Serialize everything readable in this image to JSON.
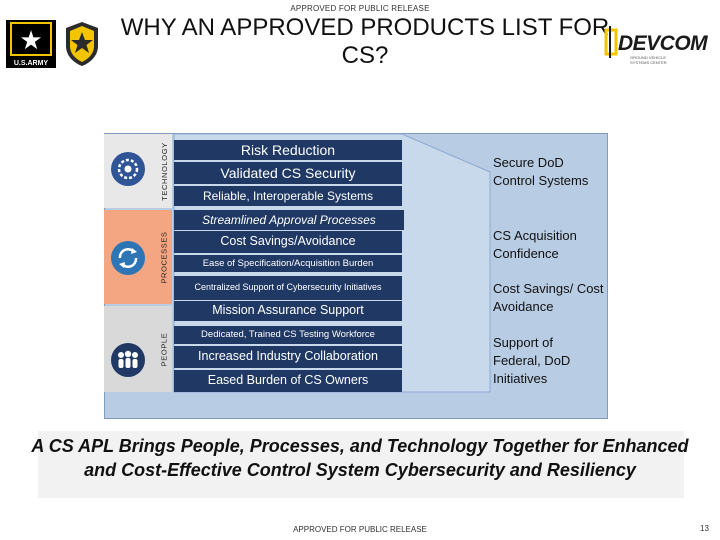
{
  "release_top": "APPROVED FOR PUBLIC RELEASE",
  "release_bottom": "APPROVED FOR PUBLIC RELEASE",
  "page_number": "13",
  "title": "WHY AN APPROVED PRODUCTS LIST FOR CS?",
  "logos": {
    "army_text": "U.S.ARMY",
    "devcom_text": "DEVCOM",
    "devcom_sub": "GROUND VEHICLE SYSTEMS CENTER"
  },
  "sections": {
    "technology_label": "TECHNOLOGY",
    "processes_label": "PROCESSES",
    "people_label": "PEOPLE"
  },
  "bands": [
    "Risk Reduction",
    "Validated CS Security",
    "Reliable, Interoperable Systems",
    "Streamlined Approval Processes",
    "Cost Savings/Avoidance",
    "Ease of Specification/Acquisition Burden",
    "Centralized Support of Cybersecurity Initiatives",
    "Mission Assurance Support",
    "Dedicated, Trained CS Testing Workforce",
    "Increased Industry Collaboration",
    "Eased Burden of CS Owners"
  ],
  "outcomes": [
    "Secure DoD Control Systems",
    "CS Acquisition Confidence",
    "Cost Savings/ Cost Avoidance",
    "Support of Federal, DoD Initiatives"
  ],
  "banner": "A CS APL Brings People, Processes, and Technology Together for Enhanced and Cost-Effective Control System Cybersecurity and Resiliency",
  "colors": {
    "band": "#1f3864",
    "panel": "#b8cce4",
    "processes": "#f4a582",
    "army_gold": "#f2c500"
  }
}
